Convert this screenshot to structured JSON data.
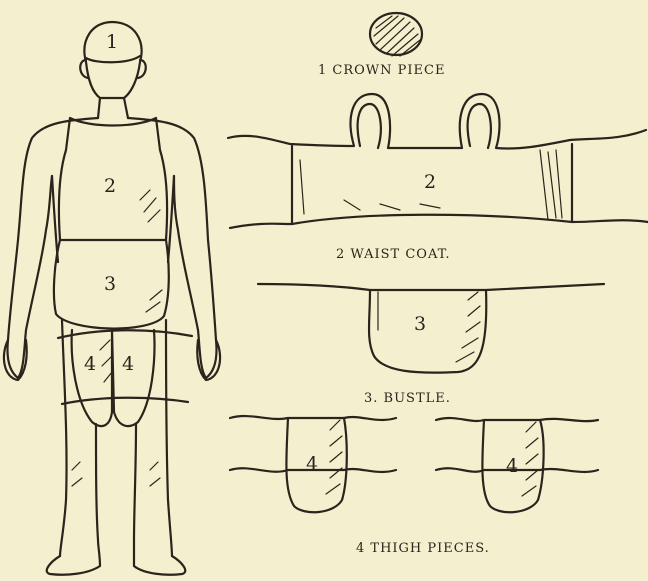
{
  "colors": {
    "paper": "#f4f0cf",
    "ink": "#2a241c"
  },
  "figure": {
    "labels": {
      "crown": "1",
      "waist": "2",
      "bustle": "3",
      "thigh_left": "4",
      "thigh_right": "4"
    }
  },
  "pieces": {
    "crown": {
      "caption": "1 CROWN PIECE"
    },
    "waist_coat": {
      "caption": "2 WAIST COAT.",
      "number": "2"
    },
    "bustle": {
      "caption": "3. BUSTLE.",
      "number": "3"
    },
    "thigh": {
      "caption": "4 THIGH PIECES.",
      "number_left": "4",
      "number_right": "4"
    }
  }
}
